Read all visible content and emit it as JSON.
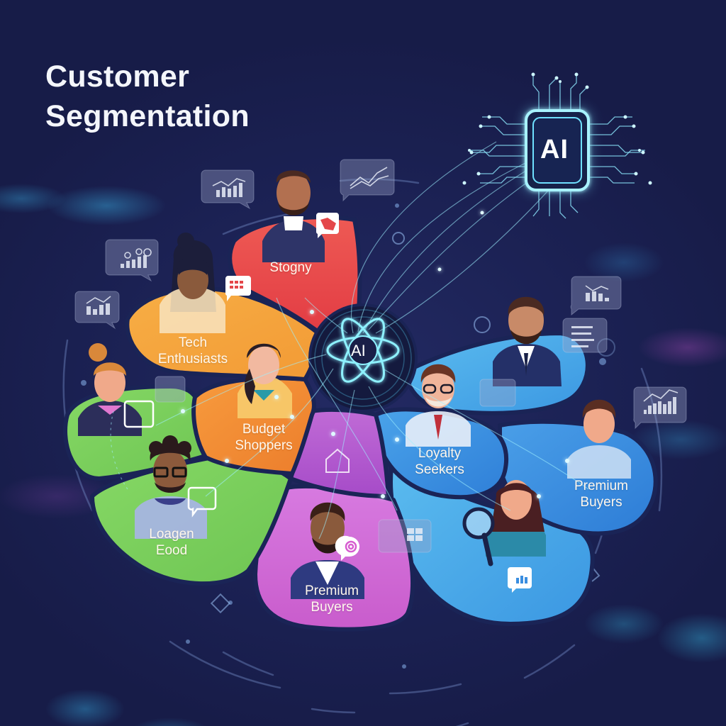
{
  "title": {
    "line1": "Customer",
    "line2": "Segmentation"
  },
  "ai_chip": {
    "label": "AI",
    "icon": "ai-chip-icon"
  },
  "ai_core": {
    "label": "AI",
    "icon": "atom-icon"
  },
  "segments": [
    {
      "id": "stogny",
      "label_lines": [
        "Stogny"
      ],
      "color": "#e8484a",
      "persona": "bearded-man",
      "badge_icon": "puzzle-chat-icon"
    },
    {
      "id": "tech-enthusiasts",
      "label_lines": [
        "Tech",
        "Enthusiasts"
      ],
      "color": "#f2a13b",
      "persona": "woman-bun",
      "badge_icon": "grid-chat-icon"
    },
    {
      "id": "budget-shoppers",
      "label_lines": [
        "Budget",
        "Shoppers"
      ],
      "color": "#f08a33",
      "persona": "woman-ponytail",
      "badge_icon": "camera-chat-icon"
    },
    {
      "id": "green-top",
      "label_lines": [],
      "color": "#7dd35a",
      "persona": "woman-bun-blonde",
      "badge_icon": "qr-chat-icon"
    },
    {
      "id": "loagen-good",
      "label_lines": [
        "Loagen",
        "Eood"
      ],
      "color": "#7fd15e",
      "persona": "man-glasses-curly",
      "badge_icon": "counter-chat-icon"
    },
    {
      "id": "premium-buyers-purple",
      "label_lines": [
        "Premium",
        "Buyers"
      ],
      "color": "#cf67d4",
      "persona": "bearded-man-blazer",
      "badge_icon": "target-chat-icon"
    },
    {
      "id": "purple-inner",
      "label_lines": [],
      "color": "#b55bd0",
      "persona": "",
      "badge_icon": "shop-icon"
    },
    {
      "id": "loyalty-seekers",
      "label_lines": [
        "Loyalty",
        "Seekers"
      ],
      "color": "#3d8fe0",
      "persona": "man-glasses-labcoat",
      "badge_icon": "list-chat-icon"
    },
    {
      "id": "blue-top",
      "label_lines": [],
      "color": "#4aaee8",
      "persona": "businessman",
      "badge_icon": "form-chat-icon"
    },
    {
      "id": "premium-buyers-blue",
      "label_lines": [
        "Premium",
        "Buyers"
      ],
      "color": "#3b90e2",
      "persona": "young-man",
      "badge_icon": ""
    },
    {
      "id": "researcher",
      "label_lines": [],
      "color": "#4ba6e6",
      "persona": "woman-magnifier",
      "badge_icon": "chart-chat-icon"
    }
  ],
  "floating_cards": [
    {
      "id": "card-bar-line-top",
      "icon": "bar-line-chart-icon"
    },
    {
      "id": "card-trend-top",
      "icon": "trend-line-icon"
    },
    {
      "id": "card-dots-bars",
      "icon": "bubble-bar-chart-icon"
    },
    {
      "id": "card-bars-left",
      "icon": "bar-line-chart-icon"
    },
    {
      "id": "card-bars-right-top",
      "icon": "bar-line-chart-icon"
    },
    {
      "id": "card-text-lines",
      "icon": "text-lines-icon"
    },
    {
      "id": "card-bars-right",
      "icon": "bar-line-chart-icon"
    },
    {
      "id": "card-table",
      "icon": "table-icon"
    }
  ],
  "colors": {
    "background": "#1b2153",
    "glow": "#7fe9ff",
    "title_text": "#f4f6fb"
  }
}
